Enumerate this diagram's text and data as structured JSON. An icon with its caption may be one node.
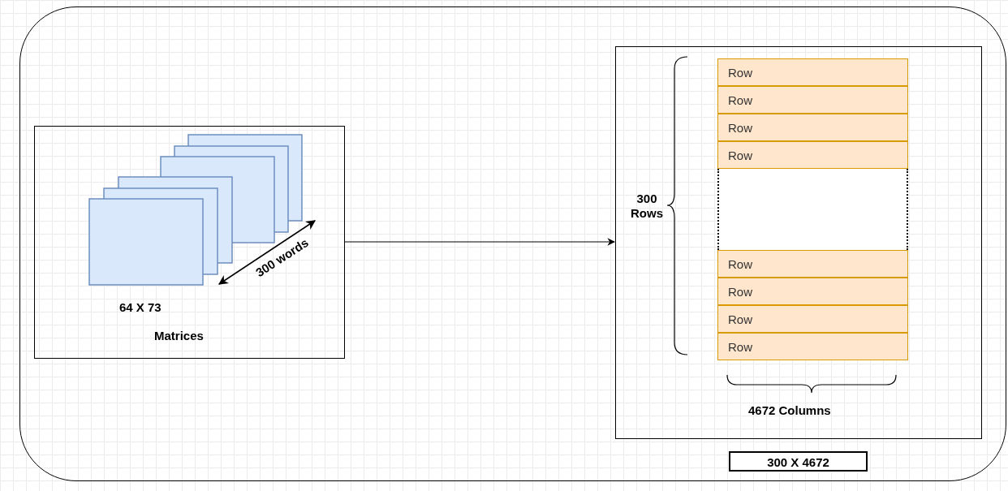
{
  "diagram": {
    "nodes": [
      {
        "text": [],
        "shape": "box"
      },
      {
        "text": [
          "64 X 73",
          "Matrices"
        ],
        "in": 0
      },
      {
        "text": [],
        "shape": "box",
        "in": 0
      },
      {
        "text": [
          "Row"
        ],
        "in": 2
      },
      {
        "text": [
          "Row"
        ],
        "in": 2
      },
      {
        "text": [
          "Row"
        ],
        "in": 2
      },
      {
        "text": [
          "Row"
        ],
        "in": 2
      },
      {
        "text": [],
        "shape": "box",
        "in": 2
      },
      {
        "text": [
          "Row"
        ],
        "in": 2
      },
      {
        "text": [
          "Row"
        ],
        "in": 2
      },
      {
        "text": [
          "Row"
        ],
        "in": 2
      },
      {
        "text": [
          "Row"
        ],
        "in": 2
      },
      {
        "text": [
          "300 X 4672"
        ],
        "in": 0
      }
    ],
    "edges": [
      {
        "from": 1,
        "to": 2,
        "arrow": "to"
      }
    ],
    "labels": [
      "300 words",
      "300 Rows",
      "4672 Columns"
    ]
  }
}
